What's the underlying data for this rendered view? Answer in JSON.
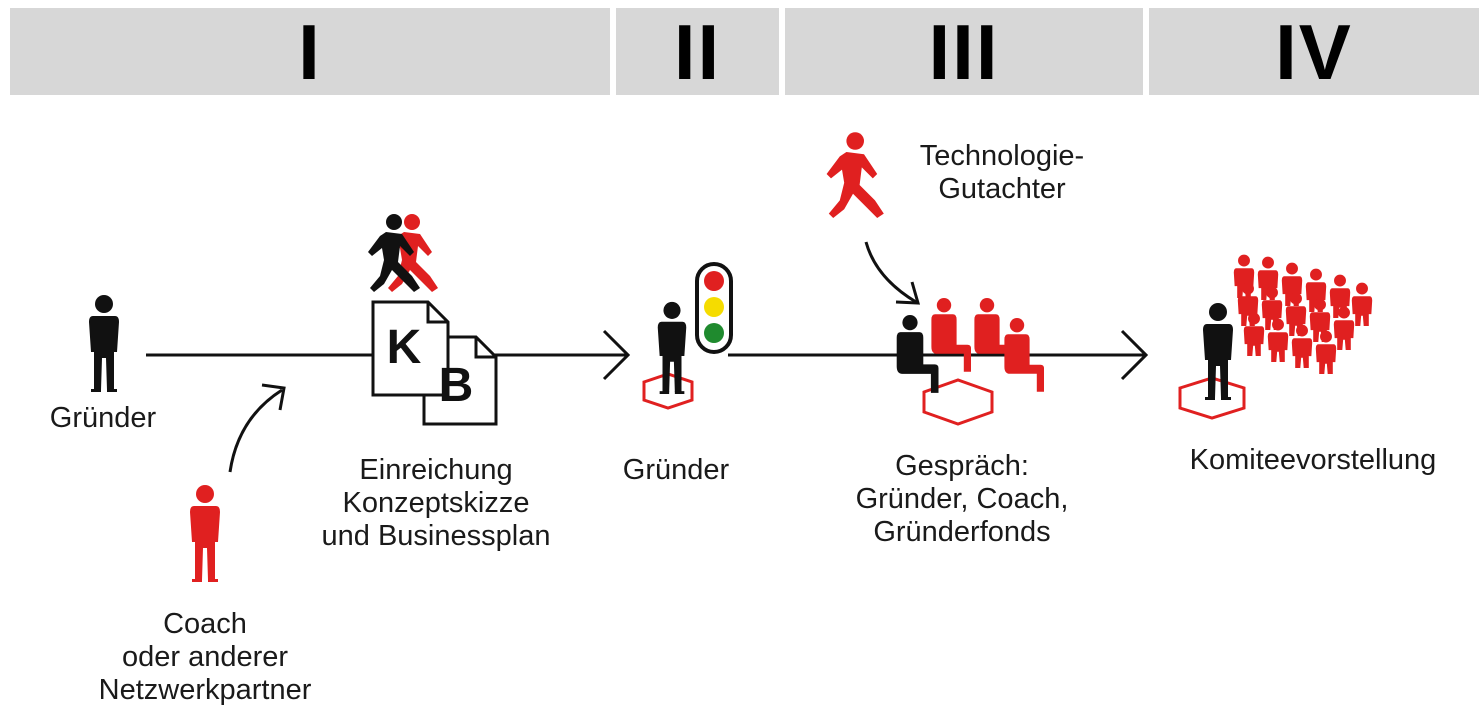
{
  "phases": [
    {
      "label": "I"
    },
    {
      "label": "II"
    },
    {
      "label": "III"
    },
    {
      "label": "IV"
    }
  ],
  "labels": {
    "gruender_1": "Gründer",
    "coach_line1": "Coach",
    "coach_line2": "oder anderer",
    "coach_line3": "Netzwerkpartner",
    "einreichung_line1": "Einreichung",
    "einreichung_line2": "Konzeptskizze",
    "einreichung_line3": "und Businessplan",
    "gruender_2": "Gründer",
    "technologie_line1": "Technologie-",
    "technologie_line2": "Gutachter",
    "gespraech_line1": "Gespräch:",
    "gespraech_line2": "Gründer, Coach,",
    "gespraech_line3": "Gründerfonds",
    "komitee": "Komiteevorstellung"
  },
  "documents": {
    "doc_k_letter": "K",
    "doc_b_letter": "B"
  },
  "colors": {
    "accent_red": "#e02020",
    "figure_black": "#111111",
    "phase_bar_gray": "#d7d7d7",
    "traffic_red": "#e02020",
    "traffic_yellow": "#f5dc00",
    "traffic_green": "#1f8a2e"
  },
  "icons": [
    "person-icon",
    "walking-person-icon",
    "document-icon",
    "traffic-light-icon",
    "hexagon-platform-icon",
    "group-icon",
    "arrow-icon"
  ]
}
